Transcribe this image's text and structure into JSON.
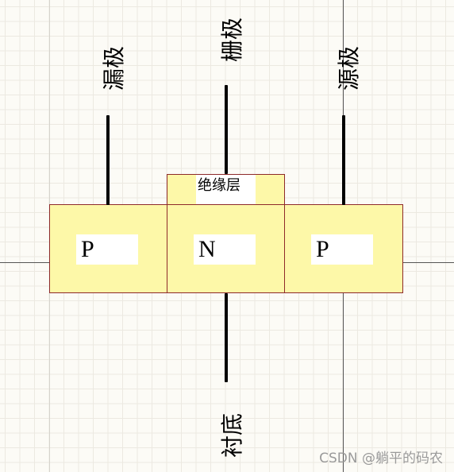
{
  "diagram": {
    "regions": {
      "left": "P",
      "middle": "N",
      "right": "P"
    },
    "insulator_label": "绝缘层",
    "terminals": {
      "drain": "漏极",
      "gate": "栅极",
      "source": "源极",
      "substrate": "衬底"
    }
  },
  "watermark": "CSDN @躺平的码农",
  "colors": {
    "region_fill": "#fdf8a8",
    "region_border": "#8e2a2a",
    "background": "#fcfbf6",
    "wire": "#000000"
  }
}
